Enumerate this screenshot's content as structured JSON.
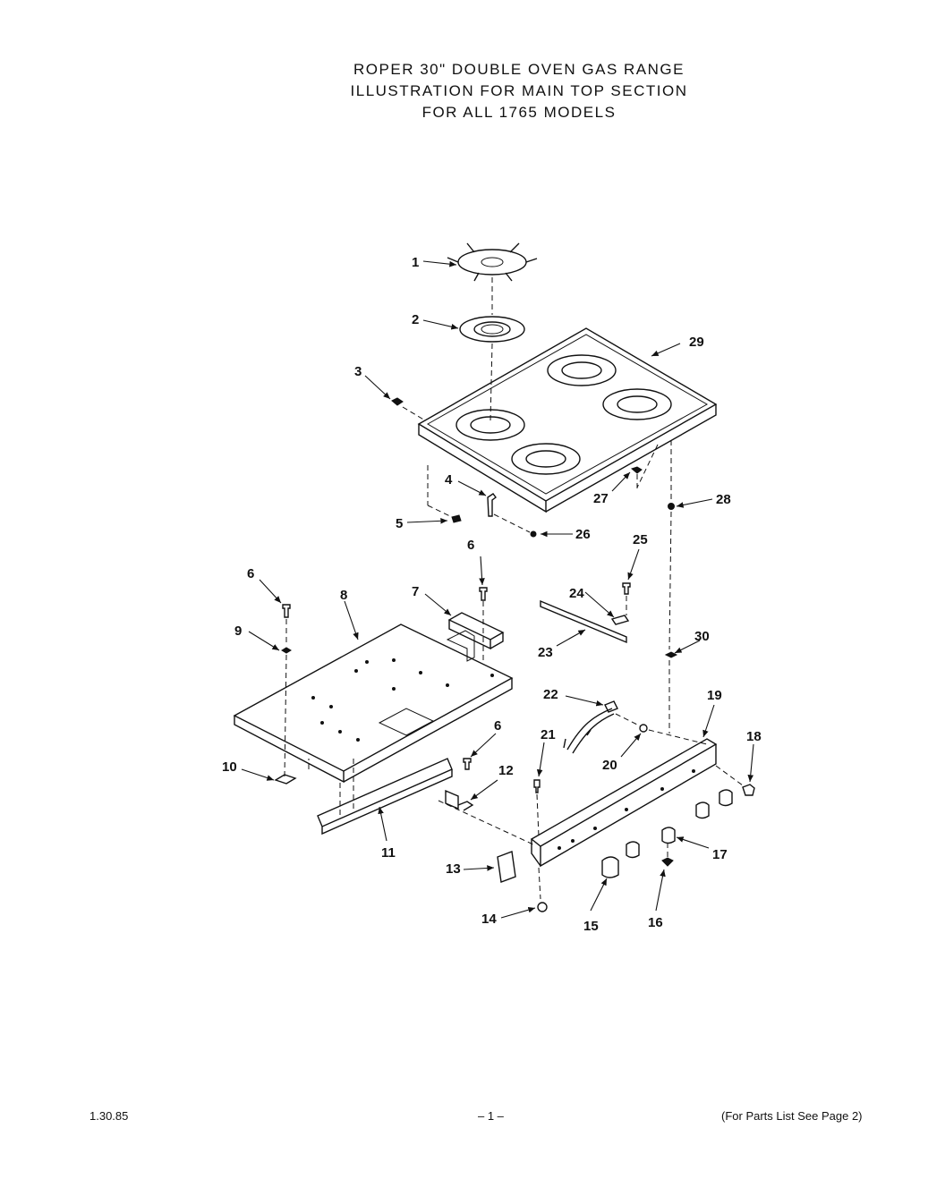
{
  "title": {
    "line1": "ROPER 30\" DOUBLE OVEN GAS RANGE",
    "line2": "ILLUSTRATION FOR MAIN TOP SECTION",
    "line3": "FOR ALL 1765 MODELS"
  },
  "callouts": {
    "c1": "1",
    "c2": "2",
    "c3": "3",
    "c4": "4",
    "c5": "5",
    "c6a": "6",
    "c6b": "6",
    "c6c": "6",
    "c7": "7",
    "c8": "8",
    "c9": "9",
    "c10": "10",
    "c11": "11",
    "c12": "12",
    "c13": "13",
    "c14": "14",
    "c15": "15",
    "c16": "16",
    "c17": "17",
    "c18": "18",
    "c19": "19",
    "c20": "20",
    "c21": "21",
    "c22": "22",
    "c23": "23",
    "c24": "24",
    "c25": "25",
    "c26": "26",
    "c27": "27",
    "c28": "28",
    "c29": "29",
    "c30": "30"
  },
  "footer": {
    "date": "1.30.85",
    "page": "– 1 –",
    "note": "(For Parts List See Page 2)"
  }
}
